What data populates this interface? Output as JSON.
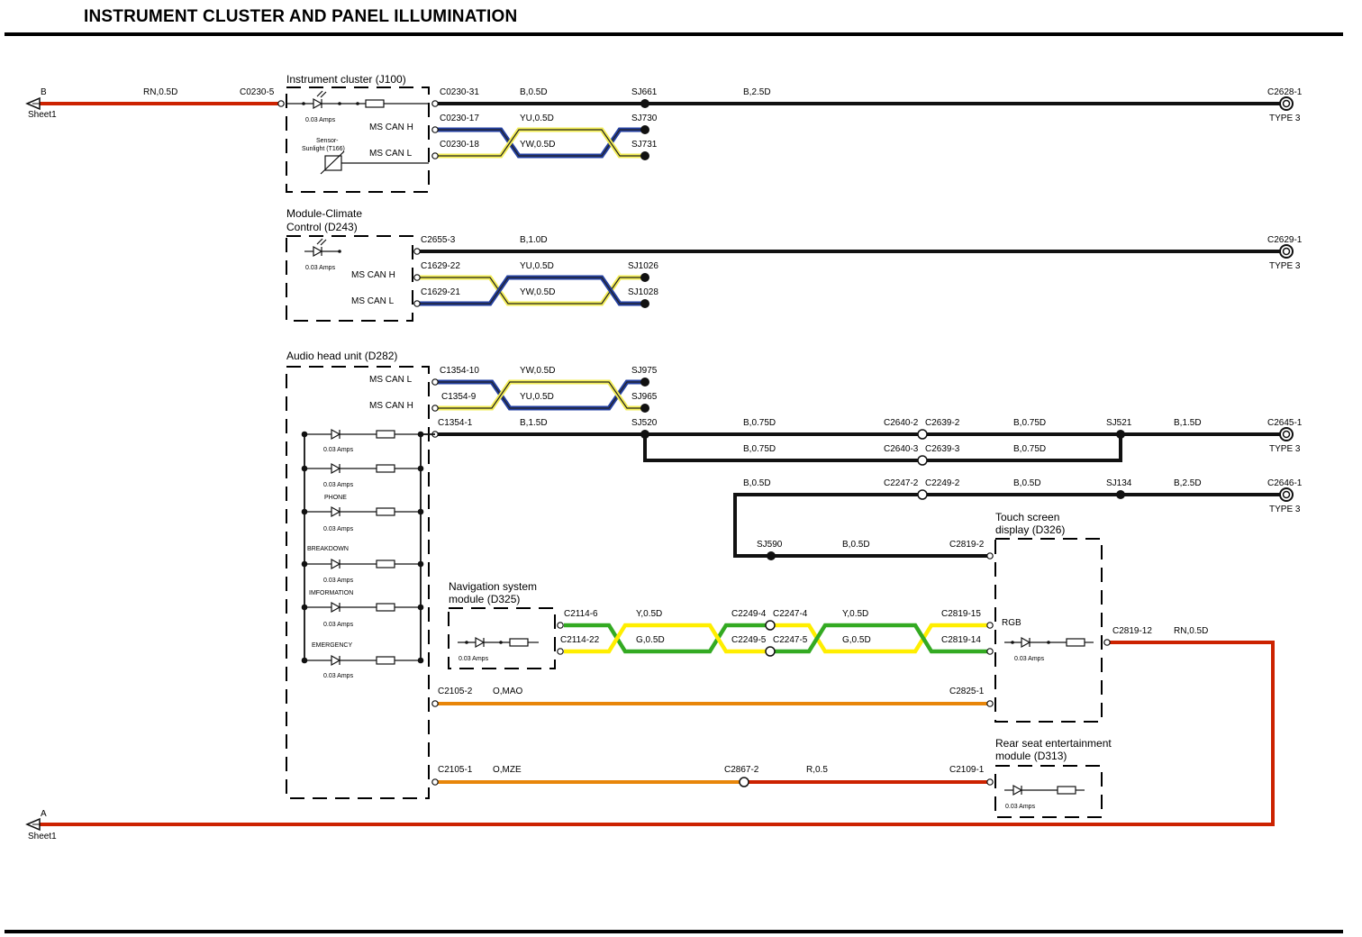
{
  "title": "INSTRUMENT CLUSTER AND PANEL ILLUMINATION",
  "colors": {
    "black": "#111111",
    "red": "#cc2200",
    "orange": "#e8860a",
    "yellow": "#ffee00",
    "blue": "#1a2a9a",
    "green": "#33aa22",
    "can_yellow": "#f2ec55",
    "can_blue": "#233fa0"
  },
  "offsheet": {
    "b_letter": "B",
    "b_sheet": "Sheet1",
    "a_letter": "A",
    "a_sheet": "Sheet1"
  },
  "modules": {
    "instrument_cluster": "Instrument cluster (J100)",
    "climate_1": "Module-Climate",
    "climate_2": "Control (D243)",
    "audio": "Audio head unit (D282)",
    "nav_1": "Navigation system",
    "nav_2": "module (D325)",
    "touch_1": "Touch screen",
    "touch_2": "display (D326)",
    "rear_1": "Rear seat entertainment",
    "rear_2": "module (D313)",
    "sensor_1": "Sensor-",
    "sensor_2": "Sunlight (T166)"
  },
  "pins": {
    "ms_can_h": "MS CAN H",
    "ms_can_l": "MS CAN L",
    "amps": "0.03 Amps",
    "phone": "PHONE",
    "breakdown": "BREAKDOWN",
    "imformation": "IMFORMATION",
    "emergency": "EMERGENCY",
    "rgb": "RGB",
    "type3": "TYPE 3"
  },
  "connectors": {
    "c0230_5": "C0230-5",
    "c0230_31": "C0230-31",
    "c0230_17": "C0230-17",
    "c0230_18": "C0230-18",
    "c2628_1": "C2628-1",
    "c2655_3": "C2655-3",
    "c1629_22": "C1629-22",
    "c1629_21": "C1629-21",
    "c2629_1": "C2629-1",
    "c1354_10": "C1354-10",
    "c1354_9": "C1354-9",
    "c1354_1": "C1354-1",
    "c2640_2": "C2640-2",
    "c2639_2": "C2639-2",
    "c2640_3": "C2640-3",
    "c2639_3": "C2639-3",
    "c2645_1": "C2645-1",
    "c2247_2": "C2247-2",
    "c2249_2": "C2249-2",
    "c2646_1": "C2646-1",
    "c2819_2": "C2819-2",
    "c2114_6": "C2114-6",
    "c2114_22": "C2114-22",
    "c2249_4": "C2249-4",
    "c2247_4": "C2247-4",
    "c2249_5": "C2249-5",
    "c2247_5": "C2247-5",
    "c2819_15": "C2819-15",
    "c2819_14": "C2819-14",
    "c2819_12": "C2819-12",
    "c2105_2": "C2105-2",
    "c2825_1": "C2825-1",
    "c2105_1": "C2105-1",
    "c2867_2": "C2867-2",
    "c2109_1": "C2109-1"
  },
  "splices": {
    "sj661": "SJ661",
    "sj730": "SJ730",
    "sj731": "SJ731",
    "sj1026": "SJ1026",
    "sj1028": "SJ1028",
    "sj975": "SJ975",
    "sj965": "SJ965",
    "sj520": "SJ520",
    "sj521": "SJ521",
    "sj134": "SJ134",
    "sj590": "SJ590"
  },
  "wires": {
    "rn_05_b": "RN,0.5D",
    "b_05": "B,0.5D",
    "b_25": "B,2.5D",
    "yu_05": "YU,0.5D",
    "yw_05": "YW,0.5D",
    "b_10": "B,1.0D",
    "b_15": "B,1.5D",
    "b_075": "B,0.75D",
    "y_05": "Y,0.5D",
    "g_05": "G,0.5D",
    "rn_05": "RN,0.5D",
    "o_mao": "O,MAO",
    "o_mze": "O,MZE",
    "r_05": "R,0.5"
  }
}
